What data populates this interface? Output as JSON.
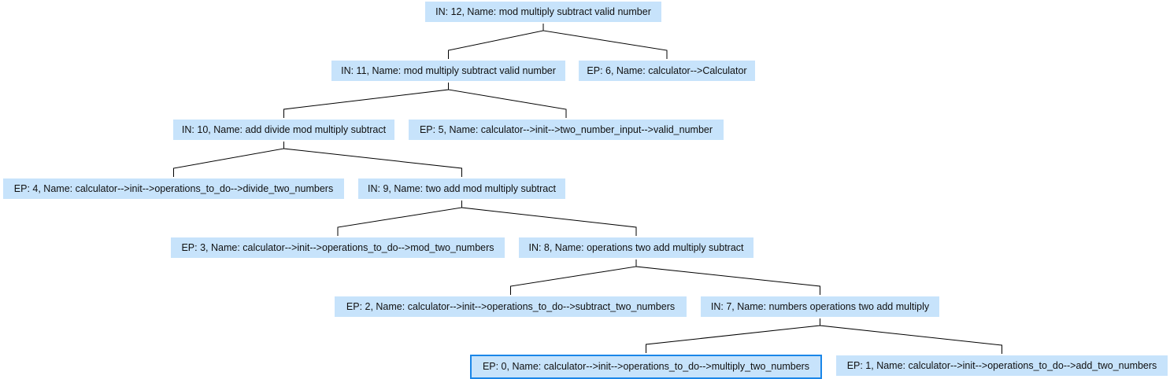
{
  "colors": {
    "node_fill": "#c7e3fb",
    "edge": "#000000",
    "selected_border": "#1a86e8"
  },
  "tree": {
    "nodes": [
      {
        "id": "in12",
        "label": "IN: 12, Name: mod multiply subtract valid number",
        "parent": null
      },
      {
        "id": "in11",
        "label": "IN: 11, Name: mod multiply subtract valid number",
        "parent": "in12"
      },
      {
        "id": "ep6",
        "label": "EP: 6, Name: calculator-->Calculator",
        "parent": "in12"
      },
      {
        "id": "in10",
        "label": "IN: 10, Name: add divide mod multiply subtract",
        "parent": "in11"
      },
      {
        "id": "ep5",
        "label": "EP: 5, Name: calculator-->init-->two_number_input-->valid_number",
        "parent": "in11"
      },
      {
        "id": "ep4",
        "label": "EP: 4, Name: calculator-->init-->operations_to_do-->divide_two_numbers",
        "parent": "in10"
      },
      {
        "id": "in9",
        "label": "IN: 9, Name: two add mod multiply subtract",
        "parent": "in10"
      },
      {
        "id": "ep3",
        "label": "EP: 3, Name: calculator-->init-->operations_to_do-->mod_two_numbers",
        "parent": "in9"
      },
      {
        "id": "in8",
        "label": "IN: 8, Name: operations two add multiply subtract",
        "parent": "in9"
      },
      {
        "id": "ep2",
        "label": "EP: 2, Name: calculator-->init-->operations_to_do-->subtract_two_numbers",
        "parent": "in8"
      },
      {
        "id": "in7",
        "label": "IN: 7, Name: numbers operations two add multiply",
        "parent": "in8"
      },
      {
        "id": "ep0",
        "label": "EP: 0, Name: calculator-->init-->operations_to_do-->multiply_two_numbers",
        "parent": "in7",
        "selected": true
      },
      {
        "id": "ep1",
        "label": "EP: 1, Name: calculator-->init-->operations_to_do-->add_two_numbers",
        "parent": "in7"
      }
    ]
  }
}
